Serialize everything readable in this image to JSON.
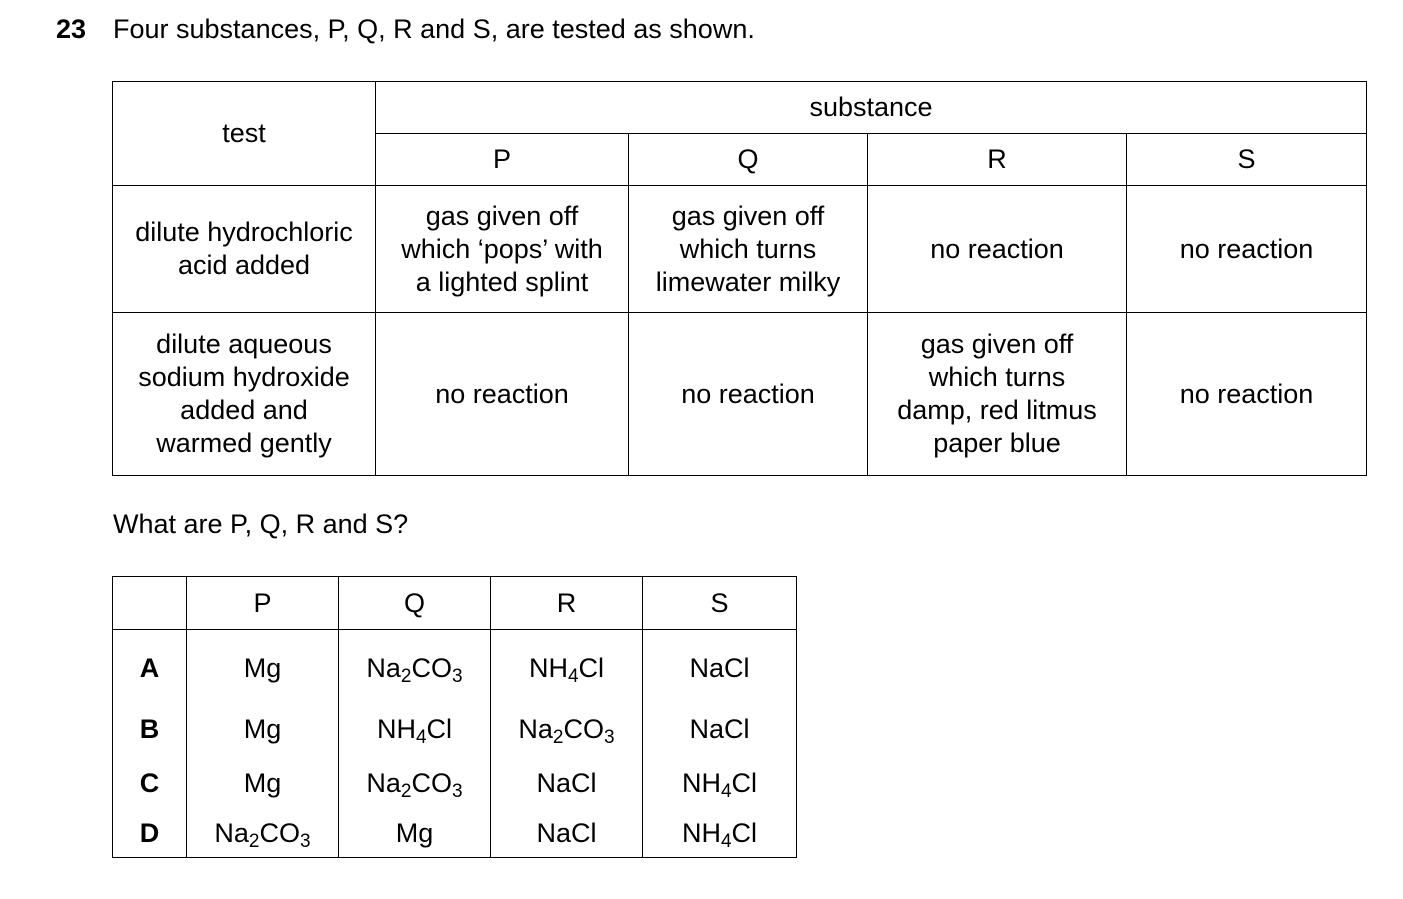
{
  "question": {
    "number": "23",
    "stem": "Four substances, P, Q, R and S, are tested as shown."
  },
  "test_table": {
    "test_header": "test",
    "substance_header": "substance",
    "substances": [
      "P",
      "Q",
      "R",
      "S"
    ],
    "rows": [
      {
        "test": [
          "dilute hydrochloric",
          "acid added"
        ],
        "results": [
          [
            "gas given off",
            "which ‘pops’ with",
            "a lighted splint"
          ],
          [
            "gas given off",
            "which turns",
            "limewater milky"
          ],
          [
            "no reaction"
          ],
          [
            "no reaction"
          ]
        ]
      },
      {
        "test": [
          "dilute aqueous",
          "sodium hydroxide",
          "added and",
          "warmed gently"
        ],
        "results": [
          [
            "no reaction"
          ],
          [
            "no reaction"
          ],
          [
            "gas given off",
            "which turns",
            "damp, red litmus",
            "paper blue"
          ],
          [
            "no reaction"
          ]
        ]
      }
    ]
  },
  "prompt": "What are P, Q, R and S?",
  "options": {
    "headers": [
      "",
      "P",
      "Q",
      "R",
      "S"
    ],
    "rows": [
      {
        "letter": "A",
        "cells": [
          "Mg",
          "Na2CO3",
          "NH4Cl",
          "NaCl"
        ]
      },
      {
        "letter": "B",
        "cells": [
          "Mg",
          "NH4Cl",
          "Na2CO3",
          "NaCl"
        ]
      },
      {
        "letter": "C",
        "cells": [
          "Mg",
          "Na2CO3",
          "NaCl",
          "NH4Cl"
        ]
      },
      {
        "letter": "D",
        "cells": [
          "Na2CO3",
          "Mg",
          "NaCl",
          "NH4Cl"
        ]
      }
    ]
  }
}
